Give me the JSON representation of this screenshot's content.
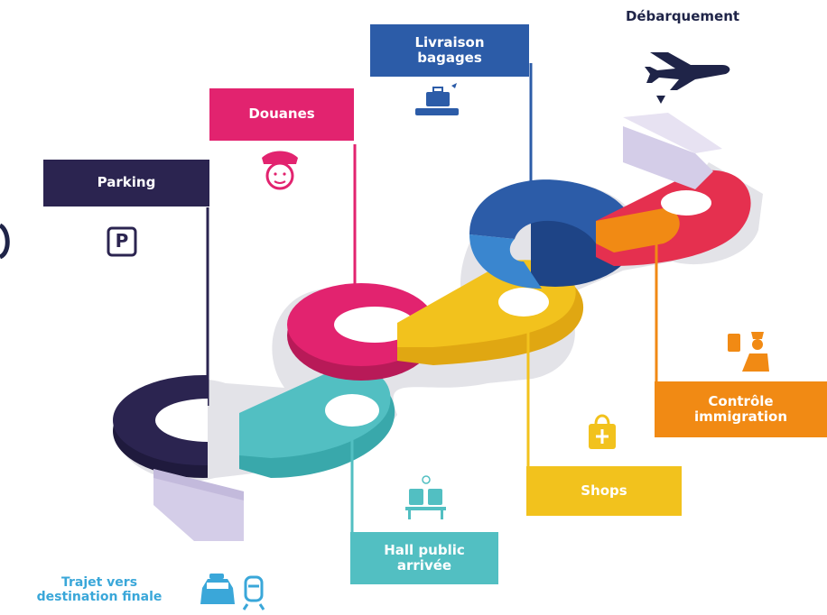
{
  "steps": {
    "debarquement": "Débarquement",
    "livraison": "Livraison\nbagages",
    "douanes": "Douanes",
    "parking": "Parking",
    "parking_sign": "P",
    "controle": "Contrôle\nimmigration",
    "shops": "Shops",
    "hall": "Hall public\narrivée",
    "trajet": "Trajet vers\ndestination finale"
  },
  "colors": {
    "dark_navy": "#1f2448",
    "purple": "#2b2450",
    "magenta": "#e2236f",
    "blue": "#2c5ca8",
    "teal": "#52bfc2",
    "yellow": "#f2c21d",
    "orange": "#f18a14",
    "red": "#e5304f",
    "lavender": "#d4cde8",
    "cyan_text": "#3aa7d9"
  },
  "icons": [
    "plane-icon",
    "baggage-belt-icon",
    "officer-icon",
    "parking-sign-icon",
    "shopping-bag-icon",
    "immigration-officer-icon",
    "waiting-seats-icon",
    "taxi-icon",
    "tram-icon"
  ]
}
